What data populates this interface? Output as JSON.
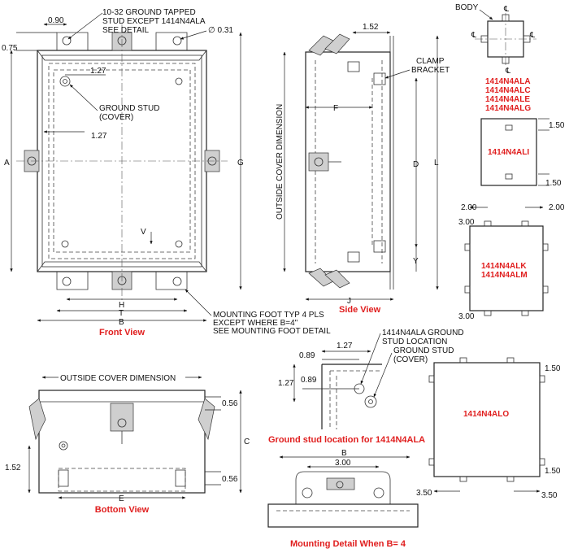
{
  "front_view": {
    "title": "Front View",
    "callouts": {
      "stud_note_1": "10-32 GROUND TAPPED",
      "stud_note_2": "STUD EXCEPT 1414N4ALA",
      "stud_note_3": "SEE DETAIL",
      "hole_dia": "∅ 0.31",
      "ground_stud_1": "GROUND STUD",
      "ground_stud_2": "(COVER)",
      "foot_note_1": "MOUNTING FOOT TYP 4 PLS",
      "foot_note_2": "EXCEPT WHERE B=4\"",
      "foot_note_3": "SEE MOUNTING FOOT DETAIL"
    },
    "dims": {
      "d090": "0.90",
      "d075": "0.75",
      "d127a": "1.27",
      "d127b": "1.27",
      "A": "A",
      "G": "G",
      "V": "V",
      "H": "H",
      "T": "T",
      "B": "B"
    }
  },
  "side_view": {
    "title": "Side View",
    "dims": {
      "d152": "1.52",
      "F": "F",
      "D": "D",
      "L": "L",
      "Y": "Y",
      "J": "J",
      "outside_cover": "OUTSIDE COVER DIMENSION"
    },
    "clamp_1": "CLAMP",
    "clamp_2": "BRACKET"
  },
  "body_detail": {
    "label": "BODY",
    "cl_mark": "℄"
  },
  "model_lists": {
    "ala_group": [
      "1414N4ALA",
      "1414N4ALC",
      "1414N4ALE",
      "1414N4ALG"
    ],
    "ali": "1414N4ALI",
    "ali_dims": {
      "top": "1.50",
      "bottom": "1.50"
    },
    "alk_group": [
      "1414N4ALK",
      "1414N4ALM"
    ],
    "alk_dims": {
      "left_top": "2.00",
      "right_top": "2.00",
      "left_upper": "3.00",
      "left_lower": "3.00"
    },
    "alo": "1414N4ALO",
    "alo_dims": {
      "right_top": "1.50",
      "right_bottom": "1.50",
      "bottom_left": "3.50",
      "bottom_right": "3.50"
    }
  },
  "bottom_view": {
    "title": "Bottom View",
    "outside_cover": "OUTSIDE COVER DIMENSION",
    "dims": {
      "d056a": "0.56",
      "d056b": "0.56",
      "d152": "1.52",
      "C": "C",
      "E": "E"
    }
  },
  "ground_stud_detail": {
    "title": "Ground stud location for 1414N4ALA",
    "note_1": "1414N4ALA GROUND",
    "note_2": "STUD LOCATION",
    "note_3": "GROUND STUD",
    "note_4": "(COVER)",
    "dims": {
      "d127h": "1.27",
      "d089h": "0.89",
      "d127v": "1.27",
      "d089v": "0.89"
    }
  },
  "mounting_detail": {
    "title": "Mounting Detail When B= 4",
    "dims": {
      "B": "B",
      "d300": "3.00"
    }
  }
}
